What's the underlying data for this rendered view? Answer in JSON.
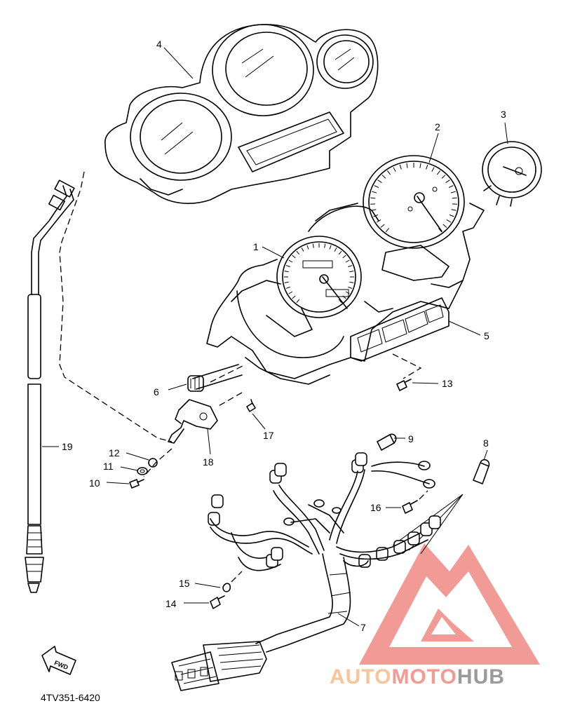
{
  "diagram": {
    "part_code": "4TV351-6420",
    "fwd_label": "FWD",
    "callouts": [
      {
        "id": "c1",
        "num": "1",
        "name": "speedometer"
      },
      {
        "id": "c2",
        "num": "2",
        "name": "tachometer"
      },
      {
        "id": "c3",
        "num": "3",
        "name": "gauge"
      },
      {
        "id": "c4",
        "num": "4",
        "name": "meter-cover"
      },
      {
        "id": "c5",
        "num": "5",
        "name": "indicator-panel"
      },
      {
        "id": "c6",
        "num": "6",
        "name": "gear"
      },
      {
        "id": "c7",
        "num": "7",
        "name": "wire-harness"
      },
      {
        "id": "c8",
        "num": "8",
        "name": "bulb"
      },
      {
        "id": "c9",
        "num": "9",
        "name": "bulb"
      },
      {
        "id": "c10",
        "num": "10",
        "name": "screw"
      },
      {
        "id": "c11",
        "num": "11",
        "name": "washer"
      },
      {
        "id": "c12",
        "num": "12",
        "name": "collar"
      },
      {
        "id": "c13",
        "num": "13",
        "name": "screw"
      },
      {
        "id": "c14",
        "num": "14",
        "name": "screw"
      },
      {
        "id": "c15",
        "num": "15",
        "name": "clip"
      },
      {
        "id": "c16",
        "num": "16",
        "name": "screw"
      },
      {
        "id": "c17",
        "num": "17",
        "name": "screw"
      },
      {
        "id": "c18",
        "num": "18",
        "name": "cable-bracket"
      },
      {
        "id": "c19",
        "num": "19",
        "name": "speedometer-cable"
      }
    ]
  },
  "watermark": {
    "part1": "AUTO",
    "part2": "MOTO",
    "part3": "HUB",
    "colors": {
      "auto": "#f6c59b",
      "moto": "#f39a92",
      "hub": "#9a9a9a",
      "logo": "#f08a84"
    }
  }
}
